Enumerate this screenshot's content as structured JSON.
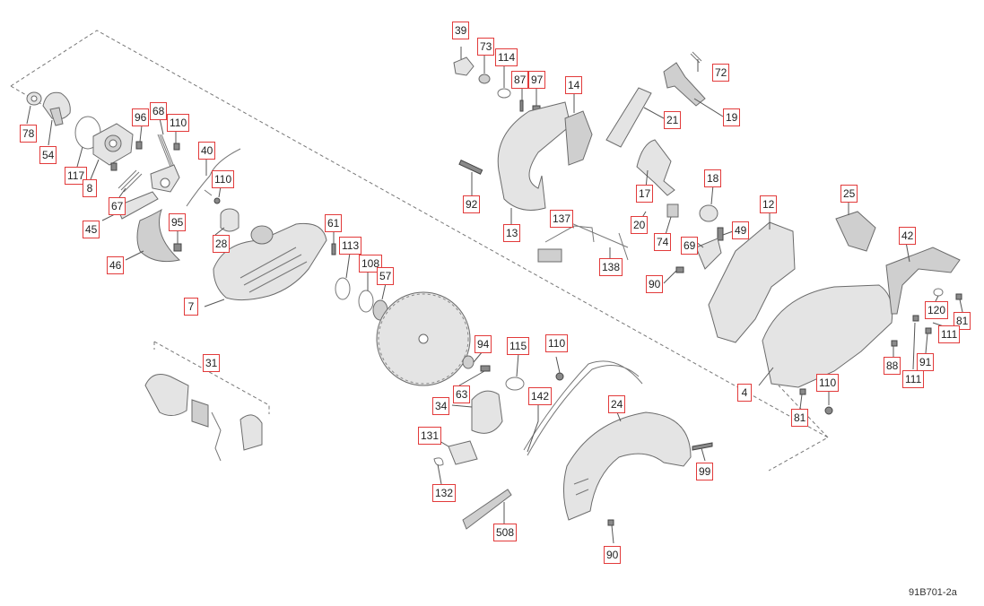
{
  "drawing_ref": "91B701-2a",
  "callout_color": "#e23b3b",
  "callouts": [
    {
      "id": "c39",
      "label": "39"
    },
    {
      "id": "c73",
      "label": "73"
    },
    {
      "id": "c114",
      "label": "114"
    },
    {
      "id": "c87",
      "label": "87"
    },
    {
      "id": "c97",
      "label": "97"
    },
    {
      "id": "c14",
      "label": "14"
    },
    {
      "id": "c72",
      "label": "72"
    },
    {
      "id": "c21",
      "label": "21"
    },
    {
      "id": "c19",
      "label": "19"
    },
    {
      "id": "c92",
      "label": "92"
    },
    {
      "id": "c13",
      "label": "13"
    },
    {
      "id": "c137",
      "label": "137"
    },
    {
      "id": "c20",
      "label": "20"
    },
    {
      "id": "c17",
      "label": "17"
    },
    {
      "id": "c18",
      "label": "18"
    },
    {
      "id": "c74",
      "label": "74"
    },
    {
      "id": "c69",
      "label": "69"
    },
    {
      "id": "c49",
      "label": "49"
    },
    {
      "id": "c138",
      "label": "138"
    },
    {
      "id": "c12",
      "label": "12"
    },
    {
      "id": "c25",
      "label": "25"
    },
    {
      "id": "c90a",
      "label": "90"
    },
    {
      "id": "c42",
      "label": "42"
    },
    {
      "id": "c78",
      "label": "78"
    },
    {
      "id": "c54",
      "label": "54"
    },
    {
      "id": "c117",
      "label": "117"
    },
    {
      "id": "c8",
      "label": "8"
    },
    {
      "id": "c96",
      "label": "96"
    },
    {
      "id": "c68",
      "label": "68"
    },
    {
      "id": "c110a",
      "label": "110"
    },
    {
      "id": "c40",
      "label": "40"
    },
    {
      "id": "c110b",
      "label": "110"
    },
    {
      "id": "c67",
      "label": "67"
    },
    {
      "id": "c45",
      "label": "45"
    },
    {
      "id": "c95",
      "label": "95"
    },
    {
      "id": "c28",
      "label": "28"
    },
    {
      "id": "c46",
      "label": "46"
    },
    {
      "id": "c61",
      "label": "61"
    },
    {
      "id": "c113",
      "label": "113"
    },
    {
      "id": "c108",
      "label": "108"
    },
    {
      "id": "c57",
      "label": "57"
    },
    {
      "id": "c7",
      "label": "7"
    },
    {
      "id": "c120",
      "label": "120"
    },
    {
      "id": "c81a",
      "label": "81"
    },
    {
      "id": "c111a",
      "label": "111"
    },
    {
      "id": "c31",
      "label": "31"
    },
    {
      "id": "c94",
      "label": "94"
    },
    {
      "id": "c115",
      "label": "115"
    },
    {
      "id": "c110c",
      "label": "110"
    },
    {
      "id": "c63",
      "label": "63"
    },
    {
      "id": "c142",
      "label": "142"
    },
    {
      "id": "c34",
      "label": "34"
    },
    {
      "id": "c24",
      "label": "24"
    },
    {
      "id": "c4",
      "label": "4"
    },
    {
      "id": "c110d",
      "label": "110"
    },
    {
      "id": "c88",
      "label": "88"
    },
    {
      "id": "c91",
      "label": "91"
    },
    {
      "id": "c111b",
      "label": "111"
    },
    {
      "id": "c81b",
      "label": "81"
    },
    {
      "id": "c131",
      "label": "131"
    },
    {
      "id": "c99",
      "label": "99"
    },
    {
      "id": "c132",
      "label": "132"
    },
    {
      "id": "c508",
      "label": "508"
    },
    {
      "id": "c90b",
      "label": "90"
    }
  ]
}
